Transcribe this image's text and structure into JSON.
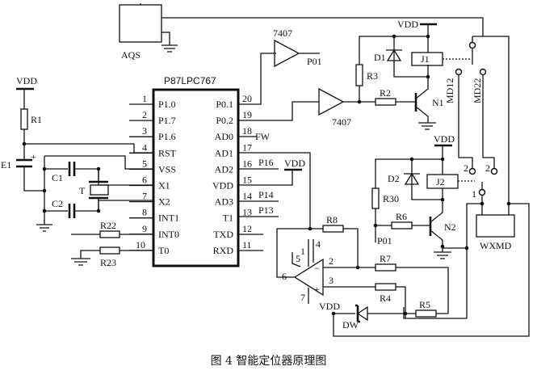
{
  "chip": {
    "name": "P87LPC767",
    "left_pins": [
      {
        "num": "1",
        "label": "P1.0"
      },
      {
        "num": "2",
        "label": "P1.7"
      },
      {
        "num": "3",
        "label": "P1.6"
      },
      {
        "num": "4",
        "label": "RST"
      },
      {
        "num": "5",
        "label": "VSS"
      },
      {
        "num": "6",
        "label": "X1"
      },
      {
        "num": "7",
        "label": "X2"
      },
      {
        "num": "8",
        "label": "INT1"
      },
      {
        "num": "9",
        "label": "INT0"
      },
      {
        "num": "10",
        "label": "T0"
      }
    ],
    "right_pins": [
      {
        "num": "20",
        "label": "P0.1"
      },
      {
        "num": "19",
        "label": "P0.2"
      },
      {
        "num": "18",
        "label": "AD0"
      },
      {
        "num": "17",
        "label": "AD1"
      },
      {
        "num": "16",
        "label": "AD2"
      },
      {
        "num": "15",
        "label": "VDD"
      },
      {
        "num": "14",
        "label": "AD3"
      },
      {
        "num": "13",
        "label": "T1"
      },
      {
        "num": "12",
        "label": "TXD"
      },
      {
        "num": "11",
        "label": "RXD"
      }
    ],
    "net_labels": {
      "fw": "FW",
      "p16": "P16",
      "p14": "P14",
      "p13": "P13"
    }
  },
  "labels": {
    "aqs": "AQS",
    "vdd": "VDD",
    "r1": "R1",
    "e1": "E1",
    "plus": "+",
    "c1": "C1",
    "c2": "C2",
    "t": "T",
    "r22": "R22",
    "r23": "R23",
    "buf1": "7407",
    "buf2": "7407",
    "p01": "P01",
    "p01b": "P01",
    "r2": "R2",
    "r3": "R3",
    "d1": "D1",
    "j1": "J1",
    "n1": "N1",
    "md12": "MD12",
    "md22": "MD22",
    "r30": "R30",
    "r6": "R6",
    "d2": "D2",
    "j2": "J2",
    "n2": "N2",
    "wxmd": "WXMD",
    "c2a": "2",
    "c2b": "2",
    "c1a": "1",
    "r8": "R8",
    "r7": "R7",
    "r4": "R4",
    "r5": "R5",
    "dw": "DW",
    "op5": "5",
    "op1": "1",
    "op4": "4",
    "op6": "6",
    "op7": "7",
    "op2": "2",
    "op3": "3",
    "opminus": "−",
    "opplus": "+"
  },
  "caption": "图 4   智能定位器原理图"
}
